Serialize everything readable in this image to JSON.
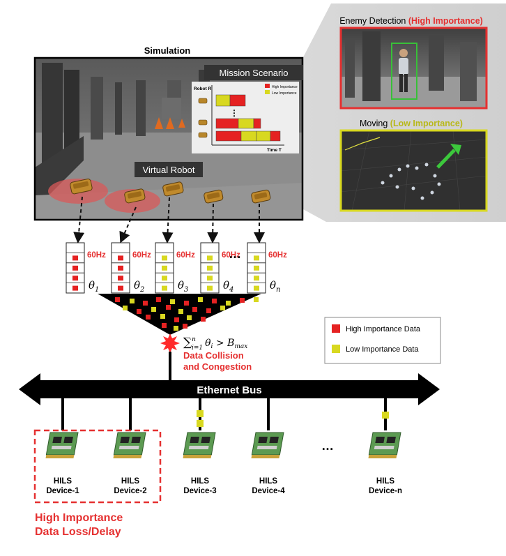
{
  "simulation": {
    "title": "Simulation",
    "mission_scenario_label": "Mission Scenario",
    "virtual_robot_label": "Virtual Robot",
    "inset": {
      "y_axis_label": "Robot R",
      "x_axis_label": "Time T",
      "legend_high": "High Importance",
      "legend_low": "Low Importance",
      "dots": "⋮"
    }
  },
  "right_panels": {
    "enemy": {
      "label_prefix": "Enemy Detection ",
      "label_highlight": "(High Importance)",
      "highlight_color": "#e53030"
    },
    "moving": {
      "label_prefix": "Moving ",
      "label_highlight": "(Low Importance)",
      "highlight_color": "#c8c820"
    }
  },
  "buffers": [
    {
      "rate": "60Hz",
      "theta_base": "θ",
      "theta_sub": "1",
      "importance": "high"
    },
    {
      "rate": "60Hz",
      "theta_base": "θ",
      "theta_sub": "2",
      "importance": "high"
    },
    {
      "rate": "60Hz",
      "theta_base": "θ",
      "theta_sub": "3",
      "importance": "low"
    },
    {
      "rate": "60Hz",
      "theta_base": "θ",
      "theta_sub": "4",
      "importance": "low"
    },
    {
      "rate": "60Hz",
      "theta_base": "θ",
      "theta_sub": "n",
      "importance": "low"
    }
  ],
  "buffer_ellipsis": "…",
  "formula": {
    "sum": "∑",
    "sup": "n",
    "sub": "i=1",
    "term": "θ",
    "term_sub": "i",
    "op": " > ",
    "bound": "B",
    "bound_sub": "max"
  },
  "collision_label_line1": "Data Collision",
  "collision_label_line2": "and Congestion",
  "legend": {
    "high": "High Importance Data",
    "low": "Low Importance Data"
  },
  "bus_label": "Ethernet Bus",
  "devices": [
    {
      "name": "HILS",
      "id": "Device-1"
    },
    {
      "name": "HILS",
      "id": "Device-2"
    },
    {
      "name": "HILS",
      "id": "Device-3"
    },
    {
      "name": "HILS",
      "id": "Device-4"
    },
    {
      "name": "HILS",
      "id": "Device-n"
    }
  ],
  "device_ellipsis": "…",
  "loss_label_line1": "High Importance",
  "loss_label_line2": "Data Loss/Delay",
  "colors": {
    "high": "#e52222",
    "low": "#d8d820",
    "accent_red": "#e53030",
    "floor": "#8a8a8a",
    "dark": "#1a1a1a"
  }
}
